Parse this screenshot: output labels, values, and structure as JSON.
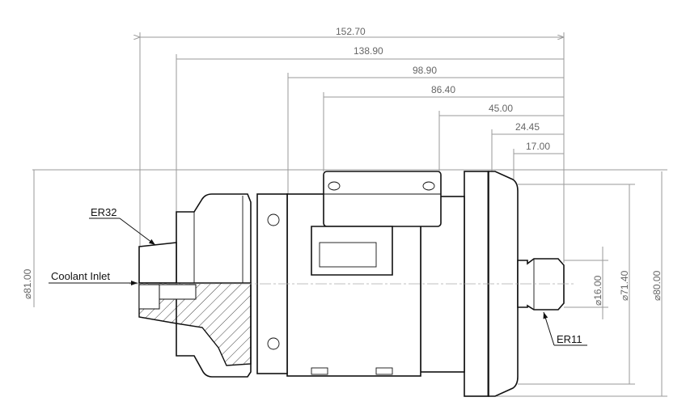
{
  "drawing": {
    "horizontal_dimensions": [
      "152.70",
      "138.90",
      "98.90",
      "86.40",
      "45.00",
      "24.45",
      "17.00"
    ],
    "diameter_dimensions": {
      "d81": "⌀81.00",
      "d16": "⌀16.00",
      "d71": "⌀71.40",
      "d80": "⌀80.00"
    },
    "labels": {
      "er32": "ER32",
      "coolant": "Coolant Inlet",
      "er11": "ER11"
    }
  }
}
